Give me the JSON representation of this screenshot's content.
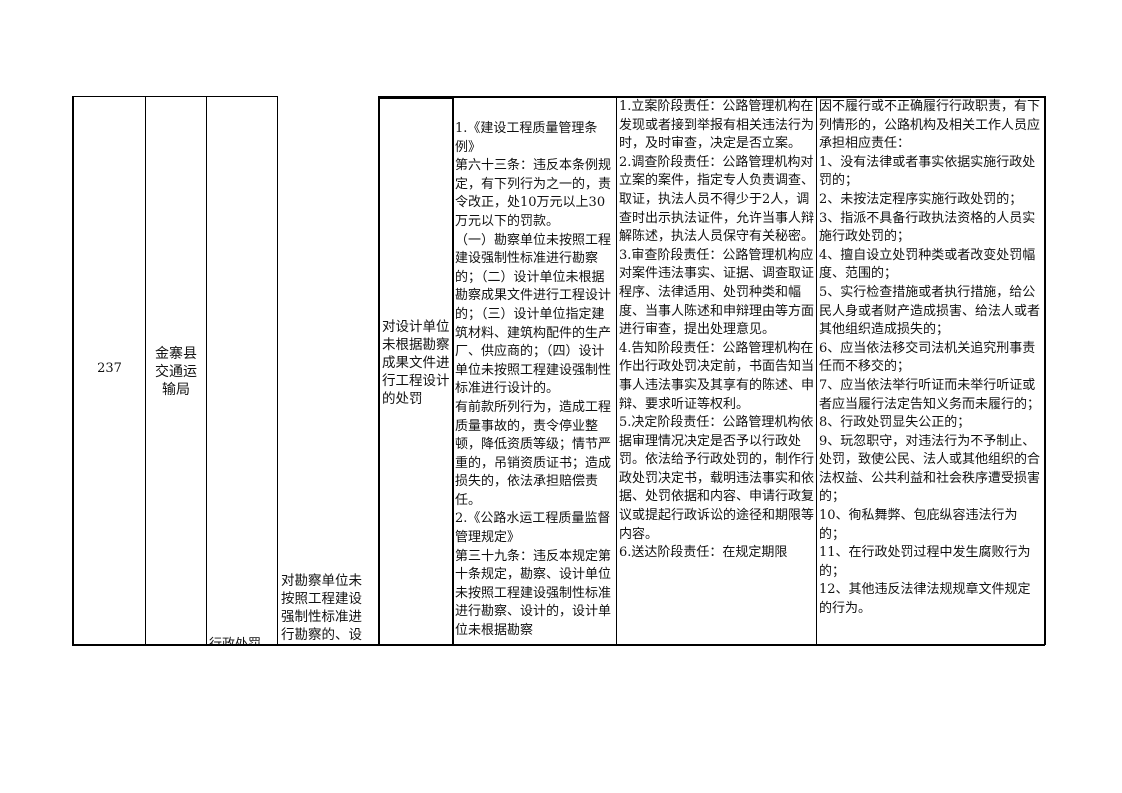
{
  "row": {
    "seq": "237",
    "dept": "金寨县交通运输局",
    "category_partial": "行政处罚",
    "item_upper": "对勘察单位未按照工程建设强制性标准进行勘察的、设",
    "sub_item": "对设计单位未根据勘察成果文件进行工程设计的处罚",
    "basis": [
      "1.《建设工程质量管理条例》",
      "第六十三条：违反本条例规定，有下列行为之一的，责令改正，处10万元以上30万元以下的罚款。",
      "（一）勘察单位未按照工程建设强制性标准进行勘察的；（二）设计单位未根据勘察成果文件进行工程设计的；（三）设计单位指定建筑材料、建筑构配件的生产厂、供应商的；（四）设计单位未按照工程建设强制性标准进行设计的。",
      "有前款所列行为，造成工程质量事故的，责令停业整顿，降低资质等级；情节严重的，吊销资质证书；造成损失的，依法承担赔偿责任。",
      "2.《公路水运工程质量监督管理规定》",
      "第三十九条：违反本规定第十条规定，勘察、设计单位未按照工程建设强制性标准进行勘察、设计的，设计单位未根据勘察"
    ],
    "responsibility": [
      "1.立案阶段责任：公路管理机构在发现或者接到举报有相关违法行为时，及时审查，决定是否立案。",
      "2.调查阶段责任：公路管理机构对立案的案件，指定专人负责调查、取证，执法人员不得少于2人，调查时出示执法证件，允许当事人辩解陈述，执法人员保守有关秘密。",
      "3.审查阶段责任：公路管理机构应对案件违法事实、证据、调查取证程序、法律适用、处罚种类和幅度、当事人陈述和申辩理由等方面进行审查，提出处理意见。",
      "4.告知阶段责任：公路管理机构在作出行政处罚决定前，书面告知当事人违法事实及其享有的陈述、申辩、要求听证等权利。",
      "5.决定阶段责任：公路管理机构依据审理情况决定是否予以行政处罚。依法给予行政处罚的，制作行政处罚决定书，载明违法事实和依据、处罚依据和内容、申请行政复议或提起行政诉讼的途径和期限等内容。",
      "6.送达阶段责任：在规定期限"
    ],
    "accountability": [
      "因不履行或不正确履行行政职责，有下列情形的，公路机构及相关工作人员应承担相应责任：",
      "1、没有法律或者事实依据实施行政处罚的；",
      "2、未按法定程序实施行政处罚的；",
      "3、指派不具备行政执法资格的人员实施行政处罚的；",
      "4、擅自设立处罚种类或者改变处罚幅度、范围的；",
      "5、实行检查措施或者执行措施，给公民人身或者财产造成损害、给法人或者其他组织造成损失的；",
      "6、应当依法移交司法机关追究刑事责任而不移交的；",
      "7、应当依法举行听证而未举行听证或者应当履行法定告知义务而未履行的；",
      "8、行政处罚显失公正的；",
      "9、玩忽职守，对违法行为不予制止、处罚，致使公民、法人或其他组织的合法权益、公共利益和社会秩序遭受损害的；",
      "10、徇私舞弊、包庇纵容违法行为的；",
      "11、在行政处罚过程中发生腐败行为的；",
      "12、其他违反法律法规规章文件规定的行为。"
    ]
  }
}
